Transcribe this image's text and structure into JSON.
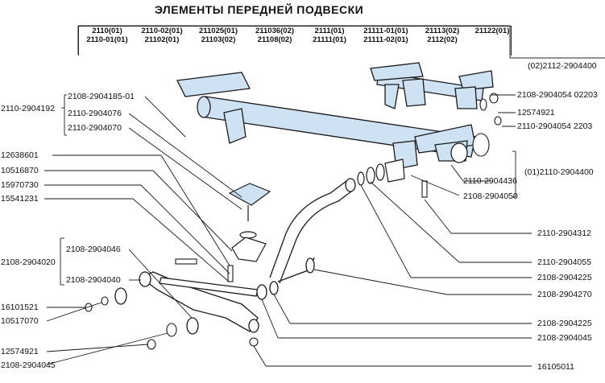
{
  "title": "ЭЛЕМЕНТЫ ПЕРЕДНЕЙ ПОДВЕСКИ",
  "models": [
    [
      "2110(01)",
      "2110-01(01)"
    ],
    [
      "2110-02(01)",
      "21102(01)"
    ],
    [
      "211025(01)",
      "21103(02)"
    ],
    [
      "211036(02)",
      "21108(02)"
    ],
    [
      "2111(01)",
      "21111(01)"
    ],
    [
      "21111-01(01)",
      "21111-02(01)"
    ],
    [
      "21113(02)",
      "2112(02)"
    ],
    [
      "21122(01)",
      ""
    ]
  ],
  "colors": {
    "highlight": "#cfe2f3",
    "line": "#1a1a1a"
  },
  "labels": {
    "l_2110_2904192": "2110-2904192",
    "l_2108_2904185_01": "2108-2904185-01",
    "l_2110_2904076": "2110-2904076",
    "l_2110_2904070": "2110-2904070",
    "l_12638601": "12638601",
    "l_10516870": "10516870",
    "l_15970730": "15970730",
    "l_15541231": "15541231",
    "l_2108_2904046": "2108-2904046",
    "l_2108_2904020": "2108-2904020",
    "l_2108_2904040": "2108-2904040",
    "l_16101521": "16101521",
    "l_10517070": "10517070",
    "l_12574921_left": "12574921",
    "l_2108_2904045_left": "2108-2904045",
    "l_02_2112_2904400": "(02)2112-2904400",
    "l_2108_2904054_02203": "2108-2904054 02203",
    "l_12574921_right": "12574921",
    "l_2110_2904054_2203": "2110-2904054 2203",
    "l_01_2110_2904400": "(01)2110-2904400",
    "l_2110_2904436": "2110-2904436",
    "l_2108_2904050": "2108-2904050",
    "l_2110_2904312": "2110-2904312",
    "l_2110_2904055": "2110-2904055",
    "l_2108_2904225_a": "2108-2904225",
    "l_2108_2904270": "2108-2904270",
    "l_2108_2904225_b": "2108-2904225",
    "l_2108_2904045_right": "2108-2904045",
    "l_16105011": "16105011"
  }
}
